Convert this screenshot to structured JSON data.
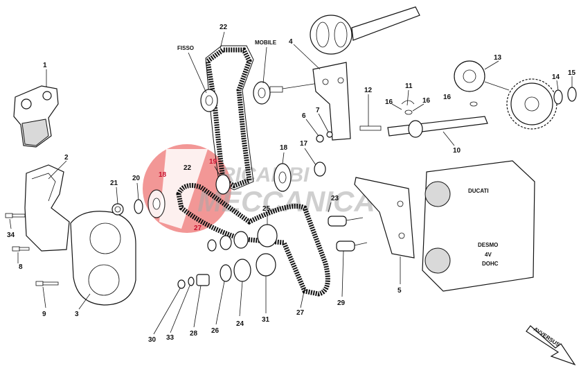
{
  "watermark": {
    "line1": "RICAMBI",
    "line2": "MECCANICA",
    "accent_color": "#e8423f"
  },
  "words": {
    "fixed": "FISSO",
    "mobile": "MOBILE",
    "direction": "AVVERSUS"
  },
  "covers_text": {
    "brand": "DUCATI",
    "model": "DESMO",
    "version": "4V",
    "spec": "DOHC"
  },
  "callouts": [
    {
      "id": "c1",
      "label": "1"
    },
    {
      "id": "c2",
      "label": "2"
    },
    {
      "id": "c3",
      "label": "3"
    },
    {
      "id": "c4",
      "label": "4"
    },
    {
      "id": "c5",
      "label": "5"
    },
    {
      "id": "c6",
      "label": "6"
    },
    {
      "id": "c7",
      "label": "7"
    },
    {
      "id": "c8",
      "label": "8"
    },
    {
      "id": "c9",
      "label": "9"
    },
    {
      "id": "c10",
      "label": "10"
    },
    {
      "id": "c11",
      "label": "11"
    },
    {
      "id": "c12",
      "label": "12"
    },
    {
      "id": "c13",
      "label": "13"
    },
    {
      "id": "c14",
      "label": "14"
    },
    {
      "id": "c15",
      "label": "15"
    },
    {
      "id": "c16a",
      "label": "16"
    },
    {
      "id": "c16b",
      "label": "16"
    },
    {
      "id": "c16c",
      "label": "16"
    },
    {
      "id": "c17",
      "label": "17"
    },
    {
      "id": "c18a",
      "label": "18"
    },
    {
      "id": "c18b",
      "label": "18"
    },
    {
      "id": "c19",
      "label": "19"
    },
    {
      "id": "c20",
      "label": "20"
    },
    {
      "id": "c21",
      "label": "21"
    },
    {
      "id": "c22a",
      "label": "22"
    },
    {
      "id": "c22b",
      "label": "22"
    },
    {
      "id": "c23",
      "label": "23"
    },
    {
      "id": "c24",
      "label": "24"
    },
    {
      "id": "c25",
      "label": "25"
    },
    {
      "id": "c26",
      "label": "26"
    },
    {
      "id": "c27a",
      "label": "27"
    },
    {
      "id": "c27b",
      "label": "27"
    },
    {
      "id": "c28",
      "label": "28"
    },
    {
      "id": "c29",
      "label": "29"
    },
    {
      "id": "c30",
      "label": "30"
    },
    {
      "id": "c31",
      "label": "31"
    },
    {
      "id": "c33",
      "label": "33"
    },
    {
      "id": "c34",
      "label": "34"
    }
  ]
}
